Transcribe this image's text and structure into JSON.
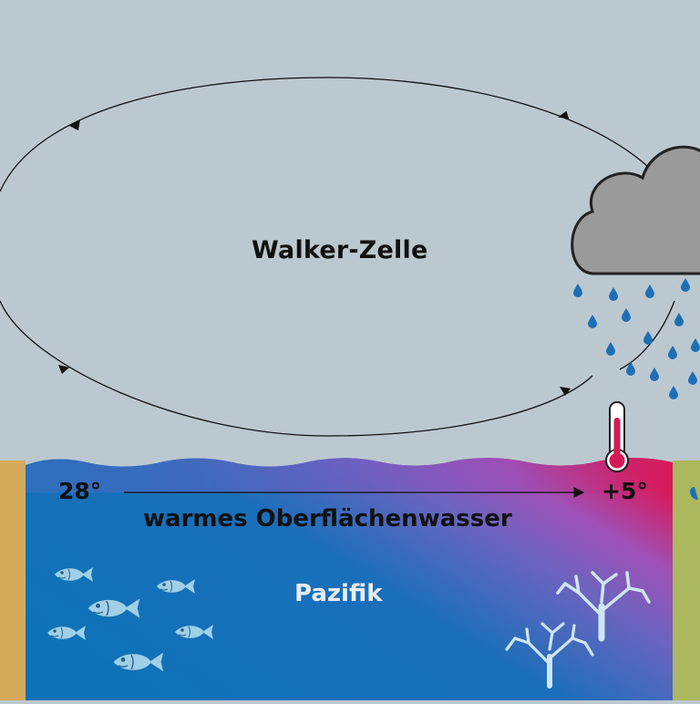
{
  "labels": {
    "walker_cell": "Walker-Zelle",
    "temp_left": "28°",
    "temp_right": "+5°",
    "surface_water": "warmes Oberflächenwasser",
    "ocean": "Pazifik"
  },
  "colors": {
    "sky": "#bcc8cf",
    "ocean_blue": "#0e72b8",
    "ocean_purple": "#9b5bc4",
    "ocean_red": "#d8195a",
    "land_left": "#d4aa5a",
    "land_right": "#abb85e",
    "cloud": "#9a9a9a",
    "rain": "#1d6fb5",
    "thermometer": "#d31a56",
    "marine_life": "#9fd0e6"
  },
  "icons": [
    "cloud-icon",
    "raindrop-icon",
    "thermometer-icon",
    "fish-icon",
    "coral-icon"
  ]
}
